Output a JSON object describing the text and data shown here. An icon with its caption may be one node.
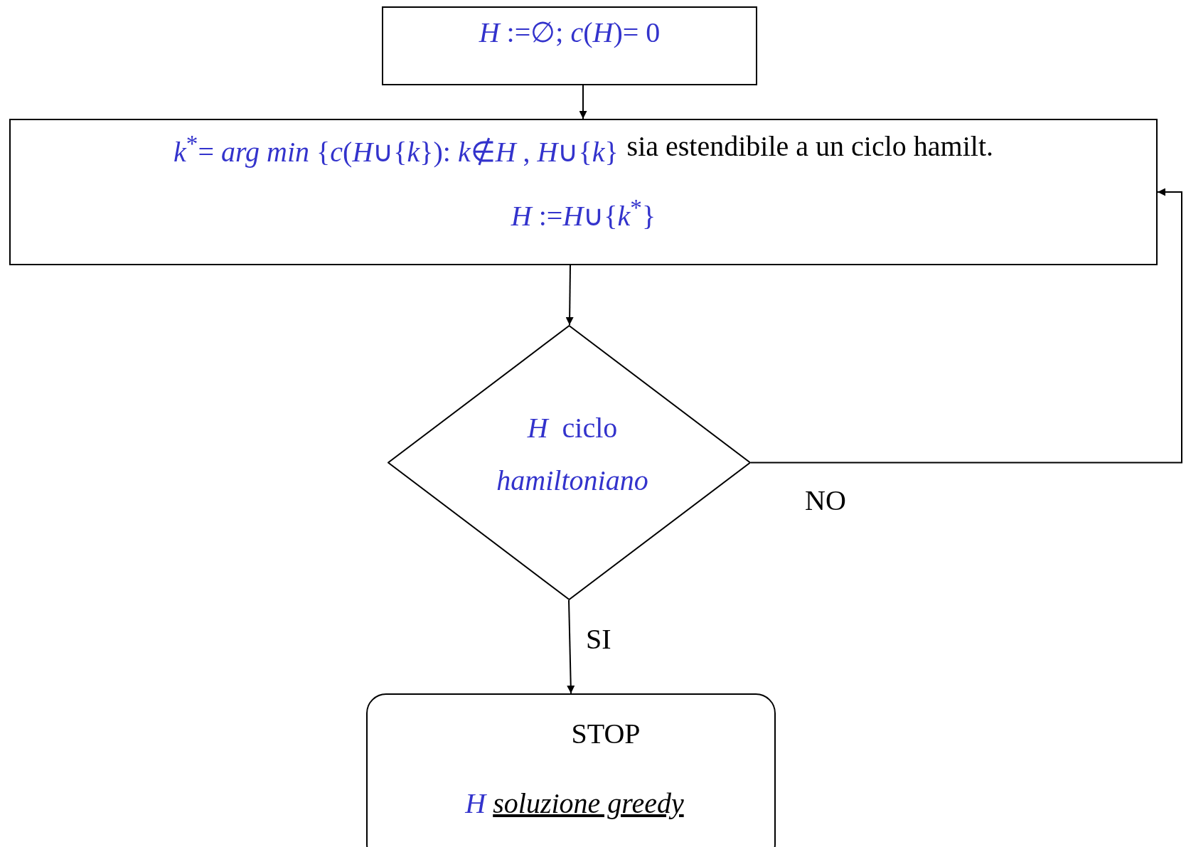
{
  "diagram": {
    "nodes": [
      {
        "text": [
          "*H* :=∅;  *c*(*H*)= 0"
        ]
      },
      {
        "text": [
          "*k*$^{*}$= *arg min* {*c*(*H*∪{*k*}): *k*∉*H* , *H*∪{*k*}",
          "sia estendibile a un ciclo hamilt.",
          "*H* :=*H*∪{*k*$^{*}$}"
        ]
      },
      {
        "text": [
          "*H*  ciclo *hamiltoniano*"
        ]
      },
      {
        "text": [
          "STOP",
          "*H* *soluzione greedy*"
        ]
      }
    ],
    "edges": [
      {
        "from": 0,
        "to": 1,
        "arrow": "to"
      },
      {
        "from": 1,
        "to": 2,
        "arrow": "to"
      },
      {
        "from": 2,
        "to": 3,
        "arrow": "to",
        "label": "SI"
      },
      {
        "from": 2,
        "to": 1,
        "arrow": "to",
        "label": "NO"
      }
    ]
  }
}
